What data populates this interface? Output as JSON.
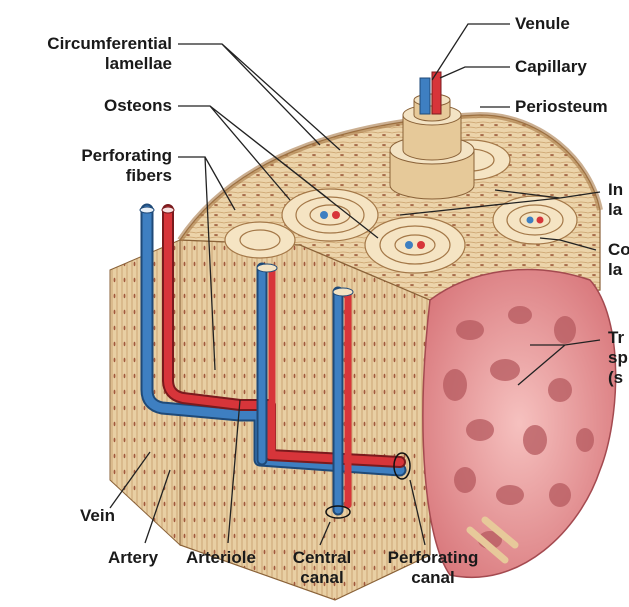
{
  "labels": {
    "circumferential_lamellae_1": "Circumferential",
    "circumferential_lamellae_2": "lamellae",
    "osteons": "Osteons",
    "perforating_fibers_1": "Perforating",
    "perforating_fibers_2": "fibers",
    "venule": "Venule",
    "capillary": "Capillary",
    "periosteum": "Periosteum",
    "interstitial_lamellae_1": "In",
    "interstitial_lamellae_2": "la",
    "concentric_lamellae_1": "Co",
    "concentric_lamellae_2": "la",
    "trabeculae_1": "Tr",
    "trabeculae_2": "sp",
    "trabeculae_3": "(s",
    "vein": "Vein",
    "artery": "Artery",
    "arteriole": "Arteriole",
    "central_canal_1": "Central",
    "central_canal_2": "canal",
    "perforating_canal_1": "Perforating",
    "perforating_canal_2": "canal"
  },
  "colors": {
    "bone_light": "#f3e3c4",
    "bone_mid": "#e2c393",
    "bone_dark": "#b98a55",
    "spongy": "#e79a9a",
    "spongy_dark": "#b65a5f",
    "artery_red": "#d7353a",
    "vein_blue": "#3e7fc1",
    "leader": "#222222"
  }
}
